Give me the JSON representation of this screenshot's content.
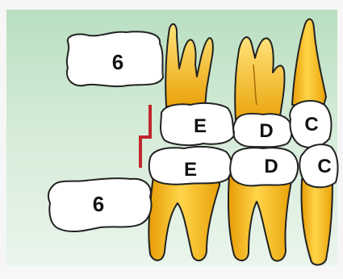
{
  "diagram": {
    "colors": {
      "background_top": "#b9dfc1",
      "background_bottom": "#eaf5ec",
      "root": "#f2b40c",
      "root_light": "#ffe27a",
      "crown": "#ffffff",
      "outline": "#222222",
      "marker": "#c0272d"
    },
    "teeth": {
      "upper_first_molar": "6",
      "lower_first_molar": "6",
      "upper_second_primary_molar": "E",
      "lower_second_primary_molar": "E",
      "upper_first_primary_molar": "D",
      "lower_first_primary_molar": "D",
      "upper_primary_canine": "C",
      "lower_primary_canine": "C"
    }
  }
}
